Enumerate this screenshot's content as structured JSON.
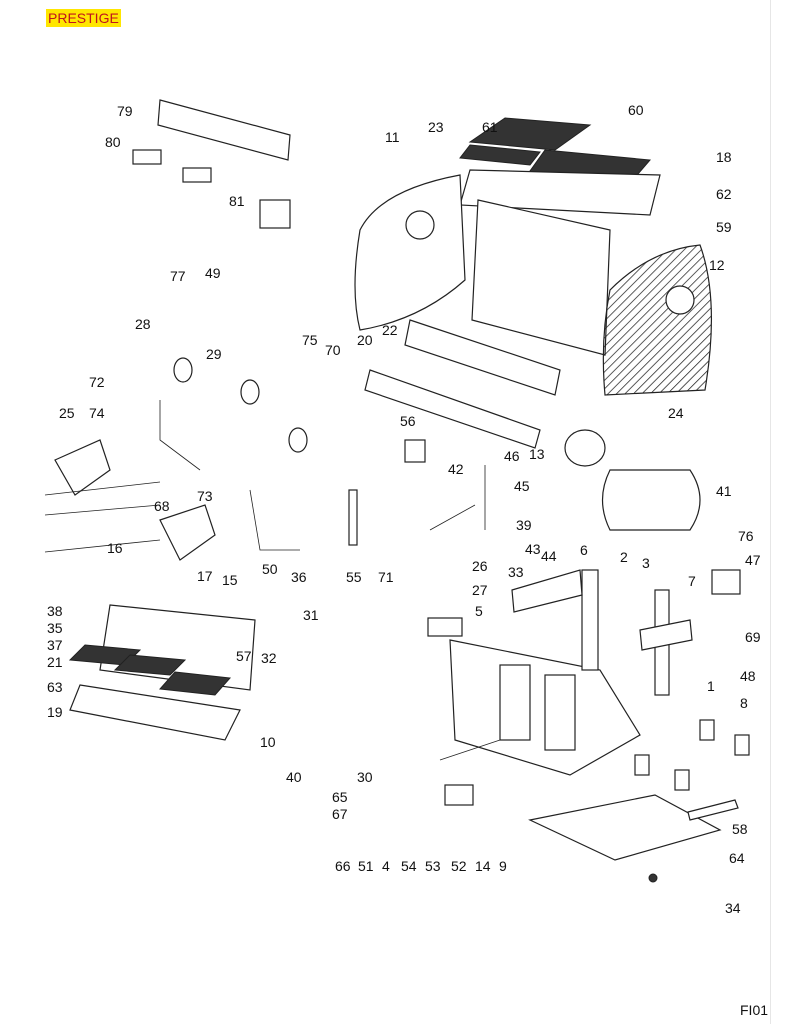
{
  "header": {
    "title": "PRESTIGE",
    "title_bg": "#ffe600",
    "title_color": "#c0141c"
  },
  "footer": {
    "code": "FI01"
  },
  "labels": [
    "79",
    "80",
    "81",
    "11",
    "23",
    "61",
    "60",
    "18",
    "62",
    "59",
    "12",
    "77",
    "49",
    "28",
    "75",
    "70",
    "20",
    "22",
    "29",
    "72",
    "25",
    "74",
    "56",
    "24",
    "13",
    "46",
    "42",
    "45",
    "41",
    "68",
    "73",
    "39",
    "43",
    "44",
    "76",
    "6",
    "2",
    "3",
    "16",
    "55",
    "71",
    "26",
    "50",
    "36",
    "47",
    "7",
    "33",
    "27",
    "17",
    "15",
    "38",
    "35",
    "5",
    "31",
    "69",
    "37",
    "21",
    "57",
    "32",
    "48",
    "63",
    "1",
    "8",
    "19",
    "10",
    "40",
    "30",
    "65",
    "67",
    "58",
    "64",
    "66",
    "51",
    "4",
    "54",
    "53",
    "52",
    "14",
    "9",
    "34"
  ]
}
